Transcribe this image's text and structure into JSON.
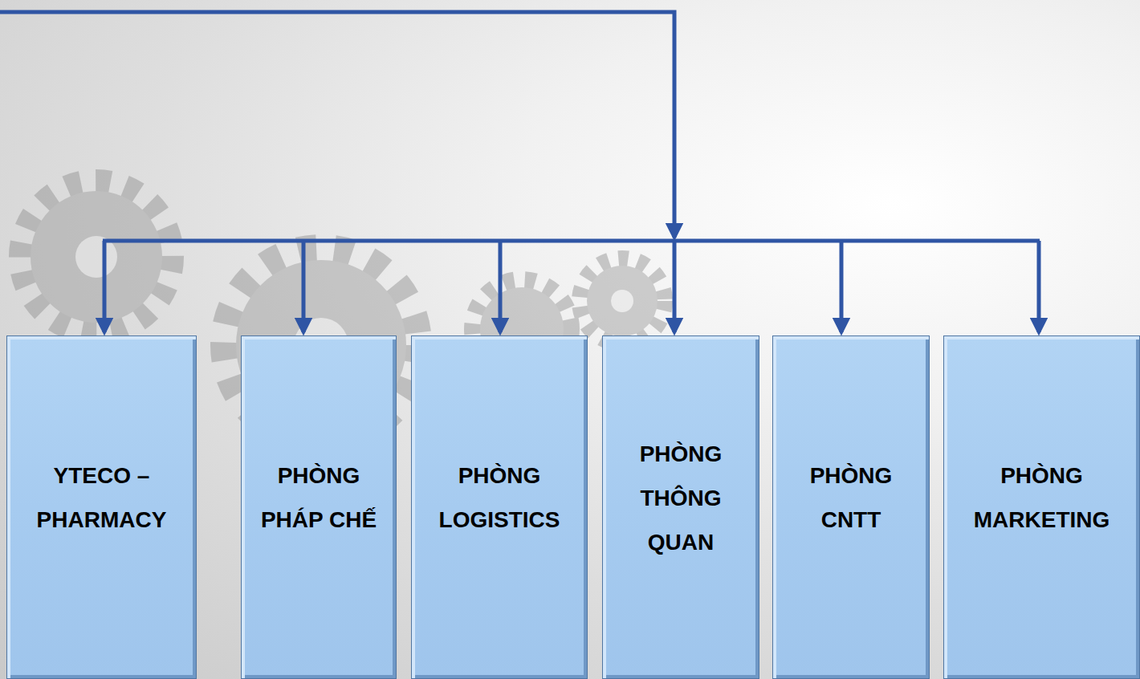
{
  "diagram": {
    "nodes": [
      {
        "text": [
          "YTECO – PHARMACY"
        ]
      },
      {
        "text": [
          "PHÒNG PHÁP CHẾ"
        ]
      },
      {
        "text": [
          "PHÒNG LOGISTICS"
        ]
      },
      {
        "text": [
          "PHÒNG THÔNG QUAN"
        ]
      },
      {
        "text": [
          "PHÒNG CNTT"
        ]
      },
      {
        "text": [
          "PHÒNG MARKETING"
        ]
      }
    ]
  }
}
